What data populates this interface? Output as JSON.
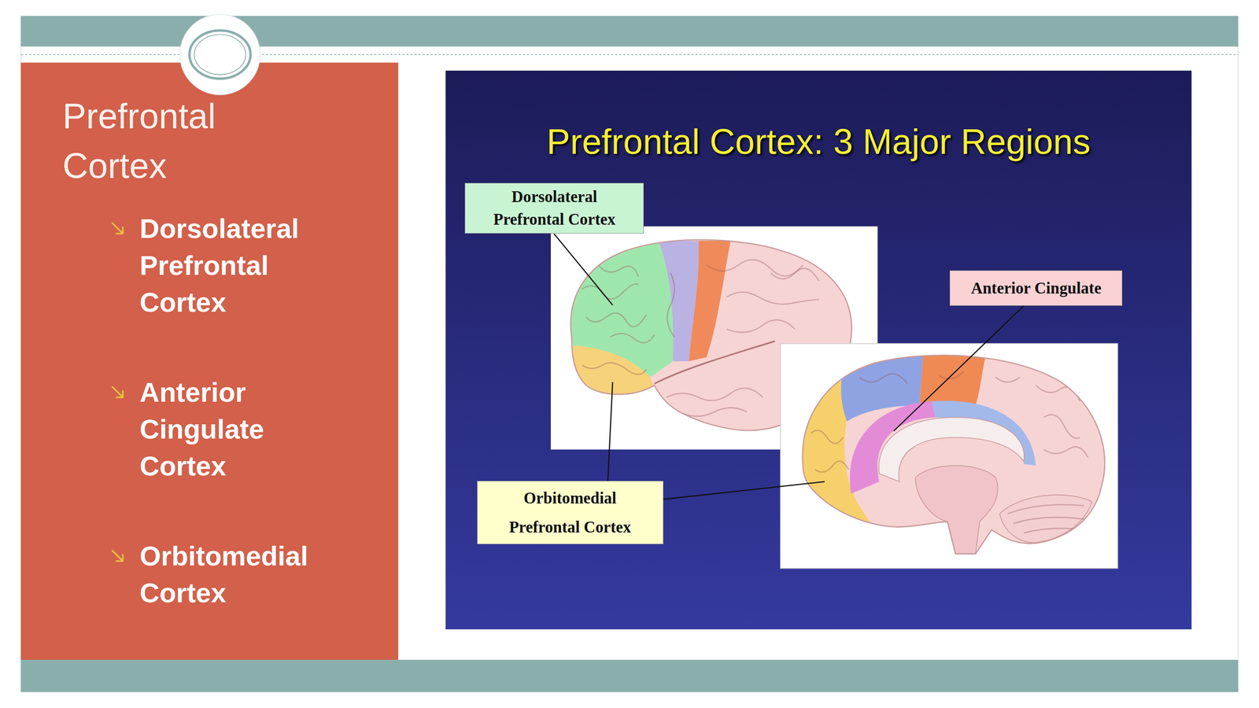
{
  "diagram": {
    "title": "Prefrontal Cortex",
    "nodes": [
      {
        "text": [
          "Dorsolateral Prefrontal Cortex",
          "Anterior Cingulate Cortex",
          "Orbitomedial Cortex"
        ]
      },
      {
        "text": [
          "Prefrontal Cortex: 3 Major Regions"
        ]
      },
      {
        "text": [
          "Dorsolateral Prefrontal Cortex"
        ],
        "in": 1
      },
      {
        "text": [
          "Anterior Cingulate"
        ],
        "in": 1
      },
      {
        "text": [
          "Orbitomedial Prefrontal Cortex"
        ],
        "in": 1
      }
    ]
  }
}
